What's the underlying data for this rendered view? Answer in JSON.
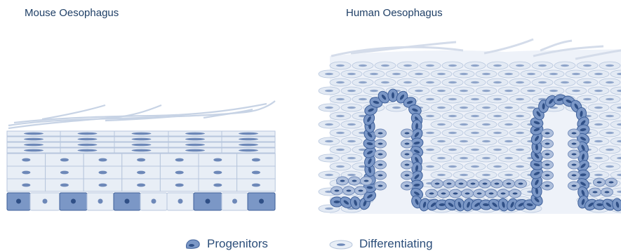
{
  "panels": {
    "mouse_title": "Mouse Oesophagus",
    "human_title": "Human Oesophagus"
  },
  "legend": {
    "progenitors": "Progenitors",
    "differentiating": "Differentiating"
  },
  "colors": {
    "progenitor_fill": "#7b97c6",
    "progenitor_stroke": "#3d5f99",
    "progenitor_nucleus": "#2f4f86",
    "differentiating_fill": "#e8eef6",
    "differentiating_stroke": "#b7c6dd",
    "differentiating_nucleus": "#6d88b8",
    "title_color": "#1f3f66"
  }
}
